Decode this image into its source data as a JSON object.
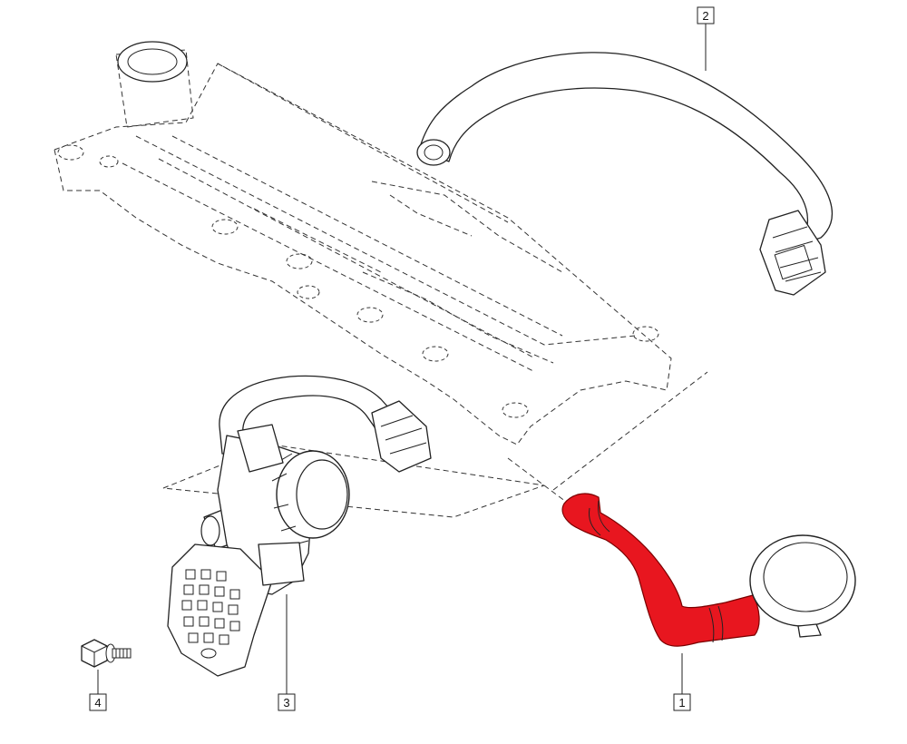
{
  "diagram": {
    "callouts": [
      {
        "id": "1",
        "label": "1"
      },
      {
        "id": "2",
        "label": "2"
      },
      {
        "id": "3",
        "label": "3"
      },
      {
        "id": "4",
        "label": "4"
      }
    ],
    "highlight_color": "#e8161f",
    "parts": [
      {
        "callout": "1",
        "name": "highlighted-hose"
      },
      {
        "callout": "2",
        "name": "upper-breather-hose"
      },
      {
        "callout": "3",
        "name": "oil-separator-assembly"
      },
      {
        "callout": "4",
        "name": "bolt"
      }
    ]
  }
}
